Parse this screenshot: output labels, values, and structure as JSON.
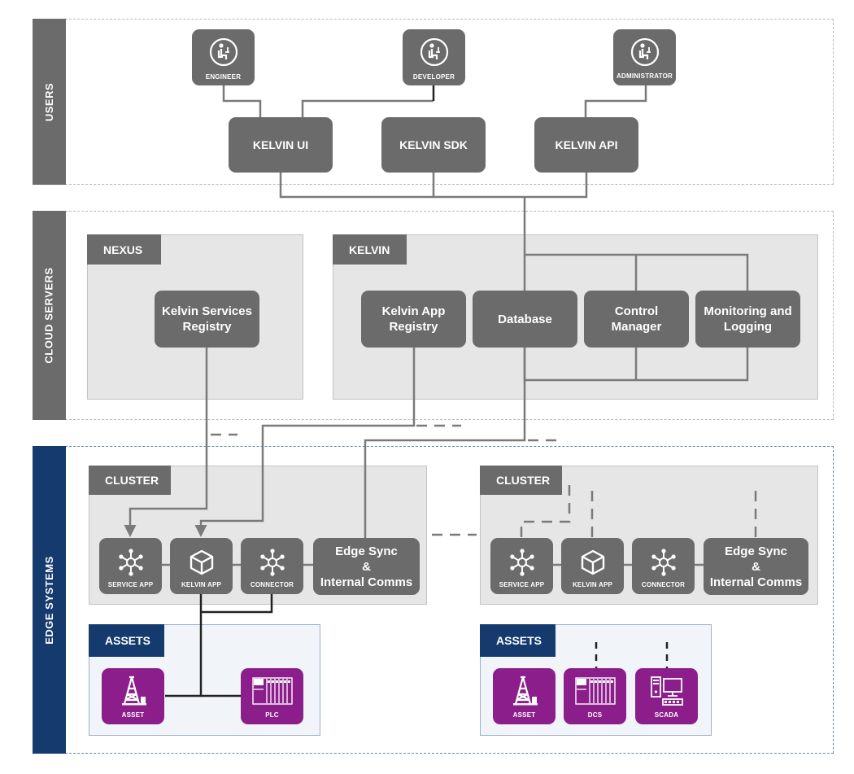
{
  "bands": {
    "users": "USERS",
    "cloud": "CLOUD SERVERS",
    "edge": "EDGE SYSTEMS"
  },
  "users": [
    {
      "label": "ENGINEER",
      "icon": "engineer-icon"
    },
    {
      "label": "DEVELOPER",
      "icon": "developer-icon"
    },
    {
      "label": "ADMINISTRATOR",
      "icon": "administrator-icon"
    }
  ],
  "interfaces": {
    "ui": "KELVIN UI",
    "sdk": "KELVIN SDK",
    "api": "KELVIN API"
  },
  "nexus": {
    "title": "NEXUS",
    "registry_line1": "Kelvin Services",
    "registry_line2": "Registry"
  },
  "kelvin": {
    "title": "KELVIN",
    "app_registry_line1": "Kelvin App",
    "app_registry_line2": "Registry",
    "database": "Database",
    "control_line1": "Control",
    "control_line2": "Manager",
    "monitoring_line1": "Monitoring and",
    "monitoring_line2": "Logging"
  },
  "cluster": {
    "title": "CLUSTER",
    "service_app": "SERVICE APP",
    "kelvin_app": "KELVIN APP",
    "connector": "CONNECTOR",
    "edge_sync_line1": "Edge Sync",
    "edge_sync_line2": "&",
    "edge_sync_line3": "Internal Comms"
  },
  "assets_left": {
    "title": "ASSETS",
    "items": [
      "ASSET",
      "PLC"
    ]
  },
  "assets_right": {
    "title": "ASSETS",
    "items": [
      "ASSET",
      "DCS",
      "SCADA"
    ]
  },
  "colors": {
    "band_gray": "#6b6b6b",
    "band_navy": "#143a6e",
    "node_gray": "#6b6b6b",
    "asset_purple": "#8b1e8b",
    "container_gray": "#e6e6e6",
    "wire_gray": "#7a7a7a",
    "wire_black": "#222222"
  }
}
